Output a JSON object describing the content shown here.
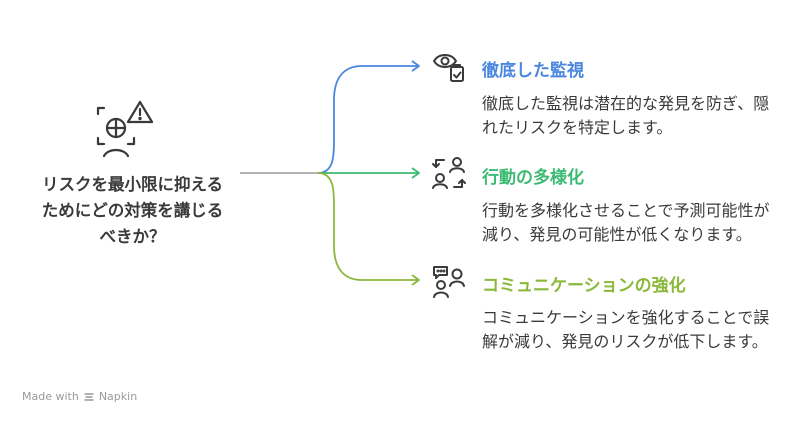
{
  "root": {
    "text": "リスクを最小限に抑えるためにどの対策を講じるべきか？"
  },
  "branches": [
    {
      "title": "徹底した監視",
      "description": "徹底した監視は潜在的な発見を防ぎ、隠れたリスクを特定します。",
      "color": "#4a86e0",
      "icon": "eye-clipboard-icon"
    },
    {
      "title": "行動の多様化",
      "description": "行動を多様化させることで予測可能性が減り、発見の可能性が低くなります。",
      "color": "#3dba73",
      "icon": "people-exchange-icon"
    },
    {
      "title": "コミュニケーションの強化",
      "description": "コミュニケーションを強化することで誤解が減り、発見のリスクが低下します。",
      "color": "#8ab83a",
      "icon": "people-chat-icon"
    }
  ],
  "footer": {
    "label": "Made with",
    "brand": "Napkin"
  }
}
